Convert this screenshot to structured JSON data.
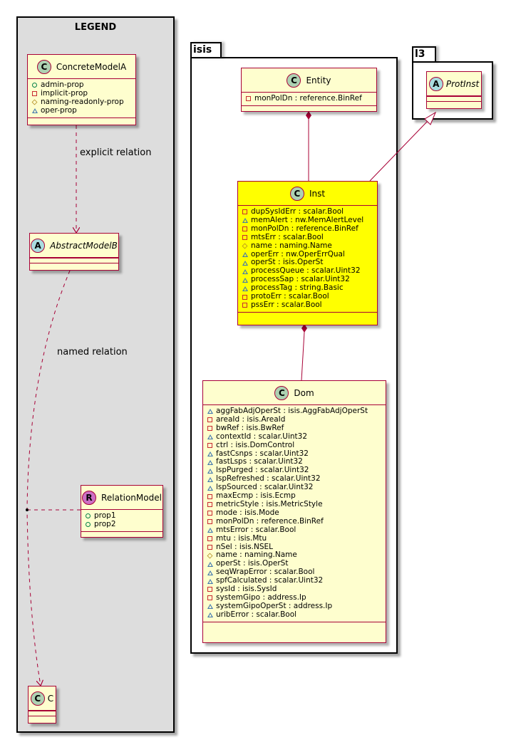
{
  "legend": {
    "title": "LEGEND",
    "concrete": {
      "stereotype": "C",
      "name": "ConcreteModelA",
      "attributes": [
        {
          "vis": "pub",
          "text": "admin-prop"
        },
        {
          "vis": "priv",
          "text": "implicit-prop"
        },
        {
          "vis": "prot",
          "text": "naming-readonly-prop"
        },
        {
          "vis": "pkgv",
          "text": "oper-prop"
        }
      ]
    },
    "abstract": {
      "stereotype": "A",
      "name": "AbstractModelB"
    },
    "relation_model": {
      "stereotype": "R",
      "name": "RelationModel",
      "attributes": [
        {
          "vis": "pub",
          "text": "prop1"
        },
        {
          "vis": "pub",
          "text": "prop2"
        }
      ]
    },
    "c_class": {
      "stereotype": "C",
      "name": "C"
    },
    "explicit_relation": "explicit relation",
    "named_relation": "named relation"
  },
  "packages": {
    "isis": "isis",
    "l3": "l3"
  },
  "classes": {
    "protinst": {
      "stereotype": "A",
      "name": "ProtInst"
    },
    "entity": {
      "stereotype": "C",
      "name": "Entity",
      "attributes": [
        {
          "vis": "priv",
          "text": "monPolDn : reference.BinRef"
        }
      ]
    },
    "inst": {
      "stereotype": "C",
      "name": "Inst",
      "attributes": [
        {
          "vis": "priv",
          "text": "dupSysIdErr : scalar.Bool"
        },
        {
          "vis": "pkgv",
          "text": "memAlert : nw.MemAlertLevel"
        },
        {
          "vis": "priv",
          "text": "monPolDn : reference.BinRef"
        },
        {
          "vis": "priv",
          "text": "mtsErr : scalar.Bool"
        },
        {
          "vis": "prot",
          "text": "name : naming.Name"
        },
        {
          "vis": "pkgv",
          "text": "operErr : nw.OperErrQual"
        },
        {
          "vis": "pkgv",
          "text": "operSt : isis.OperSt"
        },
        {
          "vis": "pkgv",
          "text": "processQueue : scalar.Uint32"
        },
        {
          "vis": "pkgv",
          "text": "processSap : scalar.Uint32"
        },
        {
          "vis": "pkgv",
          "text": "processTag : string.Basic"
        },
        {
          "vis": "priv",
          "text": "protoErr : scalar.Bool"
        },
        {
          "vis": "priv",
          "text": "pssErr : scalar.Bool"
        }
      ]
    },
    "dom": {
      "stereotype": "C",
      "name": "Dom",
      "attributes": [
        {
          "vis": "pkgv",
          "text": "aggFabAdjOperSt : isis.AggFabAdjOperSt"
        },
        {
          "vis": "priv",
          "text": "areaId : isis.AreaId"
        },
        {
          "vis": "priv",
          "text": "bwRef : isis.BwRef"
        },
        {
          "vis": "pkgv",
          "text": "contextId : scalar.Uint32"
        },
        {
          "vis": "priv",
          "text": "ctrl : isis.DomControl"
        },
        {
          "vis": "pkgv",
          "text": "fastCsnps : scalar.Uint32"
        },
        {
          "vis": "pkgv",
          "text": "fastLsps : scalar.Uint32"
        },
        {
          "vis": "pkgv",
          "text": "lspPurged : scalar.Uint32"
        },
        {
          "vis": "pkgv",
          "text": "lspRefreshed : scalar.Uint32"
        },
        {
          "vis": "pkgv",
          "text": "lspSourced : scalar.Uint32"
        },
        {
          "vis": "priv",
          "text": "maxEcmp : isis.Ecmp"
        },
        {
          "vis": "priv",
          "text": "metricStyle : isis.MetricStyle"
        },
        {
          "vis": "priv",
          "text": "mode : isis.Mode"
        },
        {
          "vis": "priv",
          "text": "monPolDn : reference.BinRef"
        },
        {
          "vis": "pkgv",
          "text": "mtsError : scalar.Bool"
        },
        {
          "vis": "priv",
          "text": "mtu : isis.Mtu"
        },
        {
          "vis": "priv",
          "text": "nSel : isis.NSEL"
        },
        {
          "vis": "prot",
          "text": "name : naming.Name"
        },
        {
          "vis": "pkgv",
          "text": "operSt : isis.OperSt"
        },
        {
          "vis": "pkgv",
          "text": "seqWrapError : scalar.Bool"
        },
        {
          "vis": "pkgv",
          "text": "spfCalculated : scalar.Uint32"
        },
        {
          "vis": "priv",
          "text": "sysId : isis.SysId"
        },
        {
          "vis": "priv",
          "text": "systemGipo : address.Ip"
        },
        {
          "vis": "pkgv",
          "text": "systemGipoOperSt : address.Ip"
        },
        {
          "vis": "pkgv",
          "text": "uribError : scalar.Bool"
        }
      ]
    }
  },
  "colors": {
    "class_fill": "#fefece",
    "class_border": "#a80036",
    "highlight_fill": "#ffff00",
    "legend_fill": "#dddddd"
  }
}
